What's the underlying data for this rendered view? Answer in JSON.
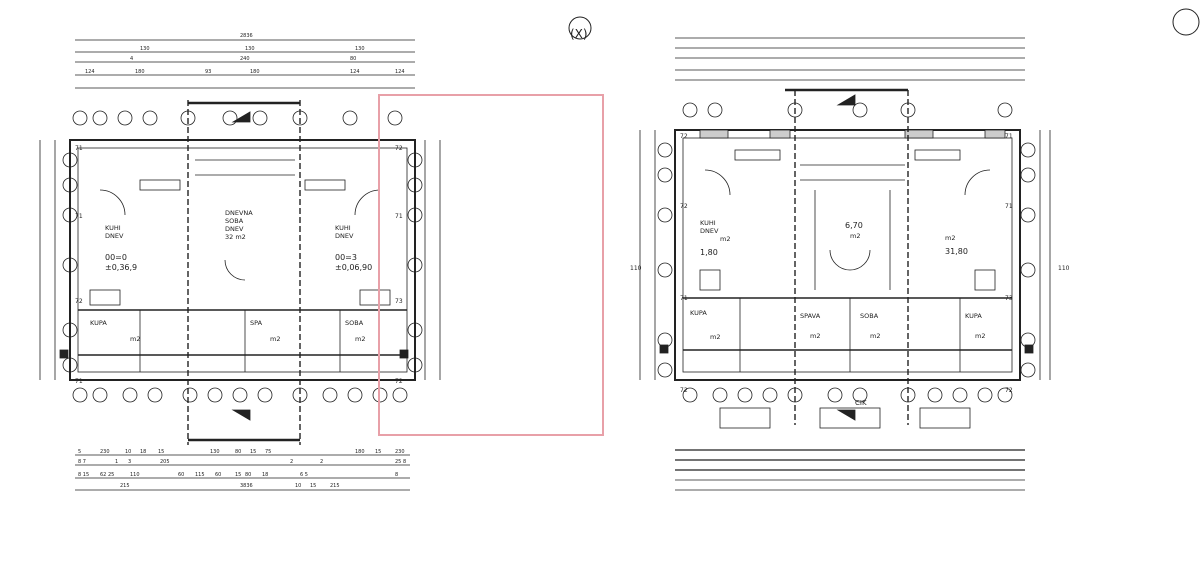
{
  "accent_color": "#e8a0a8",
  "line_color": "#222222",
  "left_plan": {
    "overall_dim_top": "2836",
    "overall_dim_bottom": "3836",
    "axis_markers": [
      "71",
      "71",
      "72",
      "71",
      "72",
      "71",
      "73",
      "72"
    ],
    "rooms": [
      {
        "lines": [
          "KUHI",
          "DNEV",
          "00=0",
          "±0,36,9"
        ]
      },
      {
        "lines": [
          "DNEVNA",
          "SOBA",
          "DNEV",
          "32 m2"
        ]
      },
      {
        "lines": [
          "KUHI",
          "DNEV",
          "00=3",
          "±0,06,90"
        ]
      },
      {
        "lines": [
          "KUPA",
          "m2"
        ]
      },
      {
        "lines": [
          "SPA",
          "m2"
        ]
      },
      {
        "lines": [
          "SOBA",
          "m2"
        ]
      }
    ],
    "top_dims_row1": [
      "130",
      "130",
      "130"
    ],
    "top_dims_row2": [
      "4",
      "240",
      "80"
    ],
    "top_dims_row3": [
      "124",
      "180",
      "93",
      "180",
      "124",
      "124"
    ],
    "bottom_dims_row1": [
      "5",
      "230",
      "10",
      "18",
      "15",
      "130",
      "80",
      "15",
      "75",
      "180",
      "15",
      "230"
    ],
    "bottom_dims_row2": [
      "8 7",
      "1",
      "3",
      "205",
      "2",
      "2",
      "25 8"
    ],
    "bottom_dims_row3": [
      "8 15",
      "62 25",
      "110",
      "60",
      "115",
      "60",
      "15",
      "80",
      "18",
      "6 5",
      "8"
    ],
    "bottom_dims_row4": [
      "215",
      "10",
      "15",
      "215"
    ]
  },
  "right_plan": {
    "axis_markers": [
      "72",
      "72",
      "71",
      "72",
      "71",
      "71",
      "73",
      "72"
    ],
    "rooms": [
      {
        "lines": [
          "KUHI",
          "DNEV",
          "1,80",
          "m2"
        ]
      },
      {
        "lines": [
          "6,70",
          "m2"
        ]
      },
      {
        "lines": [
          "m2",
          "31,80"
        ]
      },
      {
        "lines": [
          "KUPA",
          "m2"
        ]
      },
      {
        "lines": [
          "SPAVA",
          "m2"
        ]
      },
      {
        "lines": [
          "SOBA",
          "m2"
        ]
      },
      {
        "lines": [
          "KUPA",
          "m2"
        ]
      }
    ],
    "side_dims": [
      "110",
      "110"
    ],
    "bottom_label": "CIK"
  },
  "north_arrow_label": "(X)"
}
